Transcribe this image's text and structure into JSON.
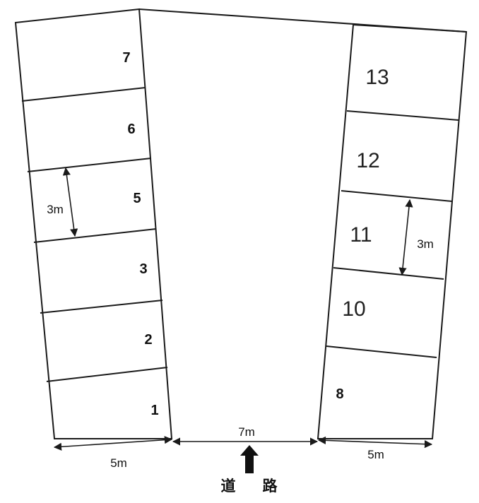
{
  "lots_left": [
    {
      "number": "7"
    },
    {
      "number": "6"
    },
    {
      "number": "5"
    },
    {
      "number": "3"
    },
    {
      "number": "2"
    },
    {
      "number": "1"
    }
  ],
  "lots_right": [
    {
      "number": "13"
    },
    {
      "number": "12"
    },
    {
      "number": "11"
    },
    {
      "number": "10"
    },
    {
      "number": "8"
    }
  ],
  "dimensions": {
    "left_depth": "3m",
    "right_depth": "3m",
    "left_width": "5m",
    "road_width": "7m",
    "right_width": "5m"
  },
  "road": {
    "char1": "道",
    "char2": "路"
  }
}
